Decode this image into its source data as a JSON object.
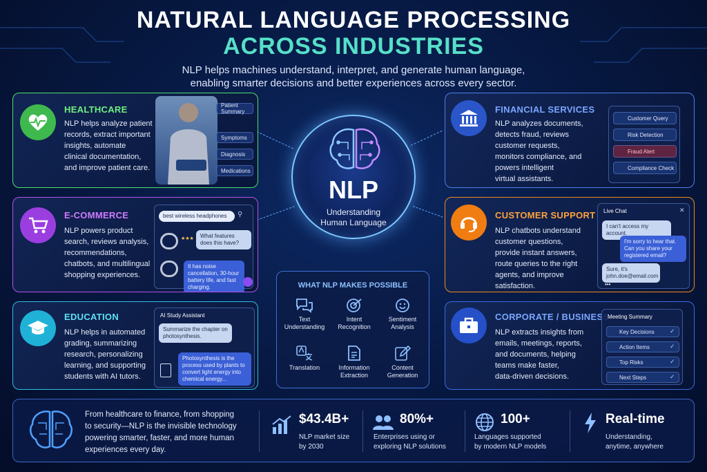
{
  "header": {
    "title_line1": "NATURAL LANGUAGE PROCESSING",
    "title_line2": "ACROSS INDUSTRIES",
    "subtitle_line1": "NLP helps machines understand, interpret, and generate human language,",
    "subtitle_line2": "enabling smarter decisions and better experiences across every sector."
  },
  "center": {
    "label": "NLP",
    "tagline_line1": "Understanding",
    "tagline_line2": "Human Language"
  },
  "healthcare": {
    "title": "HEALTHCARE",
    "body": [
      "NLP helps analyze patient",
      "records, extract important",
      "insights, automate",
      "clinical documentation,",
      "and improve patient care."
    ],
    "panel": [
      "Patient Summary",
      "Symptoms",
      "Diagnosis",
      "Medications"
    ],
    "accent": "#4fe06a"
  },
  "ecommerce": {
    "title": "E-COMMERCE",
    "body": [
      "NLP powers product",
      "search, reviews analysis,",
      "recommendations,",
      "chatbots, and multilingual",
      "shopping experiences."
    ],
    "search": "best wireless headphones",
    "question": "What features does this have?",
    "answer": "It has noise cancellation, 30-hour battery life, and fast charging.",
    "accent": "#c25cf0"
  },
  "education": {
    "title": "EDUCATION",
    "body": [
      "NLP helps in automated",
      "grading, summarizing",
      "research, personalizing",
      "learning, and supporting",
      "students with AI tutors."
    ],
    "panel_title": "AI Study Assistant",
    "prompt": "Summarize the chapter on photosynthesis.",
    "reply": "Photosynthesis is the process used by plants to convert light energy into chemical energy...",
    "accent": "#3fd0e8"
  },
  "financial": {
    "title": "FINANCIAL SERVICES",
    "body": [
      "NLP analyzes documents,",
      "detects fraud, reviews",
      "customer requests,",
      "monitors compliance, and",
      "powers intelligent",
      "virtual assistants."
    ],
    "panel": [
      "Customer Query",
      "Risk Detection",
      "Fraud Alert",
      "Compliance Check"
    ],
    "accent": "#5a8cff"
  },
  "support": {
    "title": "CUSTOMER SUPPORT",
    "body": [
      "NLP chatbots understand",
      "customer questions,",
      "provide instant answers,",
      "route queries to the right",
      "agents, and improve",
      "satisfaction."
    ],
    "panel_title": "Live Chat",
    "msg1": "I can't access my account.",
    "msg2": "I'm sorry to hear that. Can you share your registered email?",
    "msg3": "Sure, it's john.doe@email.com",
    "typing": "•••",
    "accent": "#ff9a2e"
  },
  "corporate": {
    "title": "CORPORATE / BUSINESS",
    "body": [
      "NLP extracts insights from",
      "emails, meetings, reports,",
      "and documents, helping",
      "teams make faster,",
      "data-driven decisions."
    ],
    "panel_title": "Meeting Summary",
    "panel": [
      "Key Decisions",
      "Action Items",
      "Top Risks",
      "Next Steps"
    ],
    "accent": "#4a78ff"
  },
  "possible": {
    "title": "WHAT NLP MAKES POSSIBLE",
    "items": [
      {
        "l1": "Text",
        "l2": "Understanding",
        "icon": "chat-bubbles-icon"
      },
      {
        "l1": "Intent",
        "l2": "Recognition",
        "icon": "target-icon"
      },
      {
        "l1": "Sentiment",
        "l2": "Analysis",
        "icon": "smiley-icon"
      },
      {
        "l1": "Translation",
        "l2": "",
        "icon": "translate-icon"
      },
      {
        "l1": "Information",
        "l2": "Extraction",
        "icon": "document-icon"
      },
      {
        "l1": "Content",
        "l2": "Generation",
        "icon": "pen-icon"
      }
    ]
  },
  "footer": {
    "text": [
      "From healthcare to finance, from shopping",
      "to security—NLP is the invisible technology",
      "powering smarter, faster, and more human",
      "experiences every day."
    ],
    "stats": [
      {
        "big": "$43.4B+",
        "l1": "NLP market size",
        "l2": "by 2030",
        "icon": "chart-up-icon"
      },
      {
        "big": "80%+",
        "l1": "Enterprises using or",
        "l2": "exploring NLP solutions",
        "icon": "people-icon"
      },
      {
        "big": "100+",
        "l1": "Languages supported",
        "l2": "by modern NLP models",
        "icon": "globe-icon"
      },
      {
        "big": "Real-time",
        "l1": "Understanding,",
        "l2": "anytime, anywhere",
        "icon": "lightning-icon"
      }
    ]
  }
}
